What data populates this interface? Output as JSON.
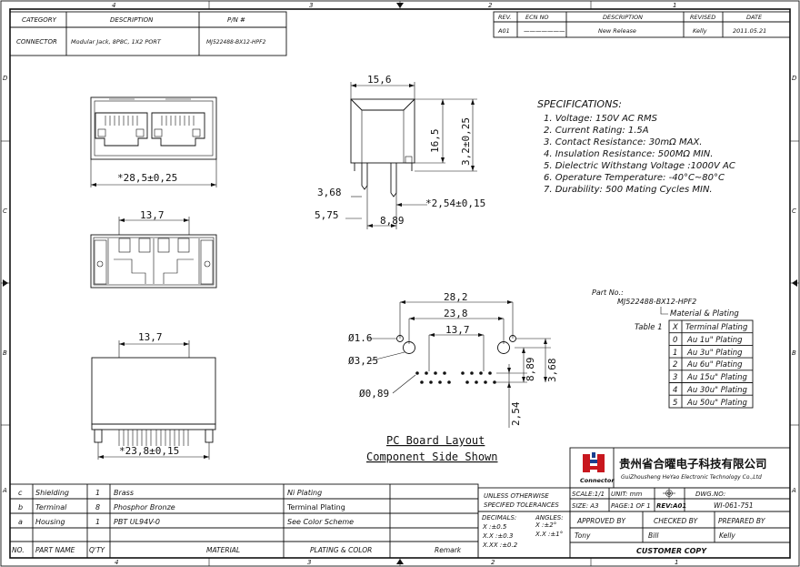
{
  "frame": {
    "zones_top": [
      "4",
      "3",
      "2",
      "1"
    ],
    "zones_bottom": [
      "4",
      "3",
      "2",
      "1"
    ],
    "zones_side": [
      "D",
      "C",
      "B",
      "A"
    ]
  },
  "title_block_top": {
    "headers": [
      "CATEGORY",
      "DESCRIPTION",
      "P/N #"
    ],
    "values": [
      "CONNECTOR",
      "Modular Jack, 8P8C, 1X2 PORT",
      "MJ522488-BX12-HPF2"
    ]
  },
  "revision_table": {
    "headers": [
      "REV.",
      "ECN NO",
      "DESCRIPTION",
      "REVISED",
      "DATE"
    ],
    "row": [
      "A01",
      "———————",
      "New Release",
      "Kelly",
      "2011.05.21"
    ]
  },
  "specifications": {
    "title": "SPECIFICATIONS:",
    "items": [
      "1.  Voltage: 150V AC RMS",
      "2.  Current Rating: 1.5A",
      "3.  Contact Resistance: 30mΩ MAX.",
      "4.  Insulation Resistance: 500MΩ MIN.",
      "5.  Dielectric Withstang Voltage :1000V AC",
      "6.  Operature Temperature: -40°C~80°C",
      "7.  Durability: 500 Mating Cycles MIN."
    ]
  },
  "dimensions": {
    "front_width": "*28,5±0,25",
    "top_pitch": "13,7",
    "bottom_pitch": "13,7",
    "bottom_width": "*23,8±0,15",
    "side_width": "15,6",
    "side_height": "16,5",
    "side_pin": "3,2±0,25",
    "side_a": "3,68",
    "side_b": "5,75",
    "side_c": "8,89",
    "side_pitch": "*2,54±0,15",
    "pcb_w1": "28,2",
    "pcb_w2": "23,8",
    "pcb_w3": "13,7",
    "pcb_d1": "Ø1.6",
    "pcb_d2": "Ø3,25",
    "pcb_d3": "Ø0,89",
    "pcb_h1": "8,89",
    "pcb_h2": "3,68",
    "pcb_h3": "2,54"
  },
  "pcb_caption": [
    "PC Board Layout",
    "Component Side Shown"
  ],
  "part_no": {
    "label": "Part No.:",
    "value": "MJ522488-BX12-HPF2",
    "plating_label": "Material & Plating",
    "table_label": "Table 1",
    "header": [
      "X",
      "Terminal Plating"
    ],
    "rows": [
      [
        "0",
        "Au 1u\" Plating"
      ],
      [
        "1",
        "Au 3u\" Plating"
      ],
      [
        "2",
        "Au 6u\" Plating"
      ],
      [
        "3",
        "Au 15u\" Plating"
      ],
      [
        "4",
        "Au 30u\" Plating"
      ],
      [
        "5",
        "Au 50u\" Plating"
      ]
    ]
  },
  "company": {
    "name_cn": "贵州省合曜电子科技有限公司",
    "name_en": "GuiZhousheng HeYao Electronic Technology Co.,Ltd",
    "logo_text": "Connector"
  },
  "bom": {
    "rows": [
      [
        "c",
        "Shielding",
        "1",
        "Brass",
        "Ni Plating"
      ],
      [
        "b",
        "Terminal",
        "8",
        "Phosphor Bronze",
        "Terminal Plating"
      ],
      [
        "a",
        "Housing",
        "1",
        "PBT UL94V-0",
        "See Color Scheme"
      ]
    ],
    "headers": [
      "NO.",
      "PART NAME",
      "Q'TY",
      "MATERIAL",
      "PLATING & COLOR",
      "Remark"
    ]
  },
  "tolerances": {
    "title1": "UNLESS OTHERWISE",
    "title2": "SPECIFED TOLERANCES",
    "dec_label": "DECIMALS:",
    "ang_label": "ANGLES:",
    "dec": [
      "X       :±0.5",
      "X.X    :±0.3",
      "X.XX  :±0.2"
    ],
    "ang": [
      "X     :±2°",
      "X.X  :±1°"
    ]
  },
  "title_block": {
    "scale": "SCALE:1/1",
    "unit": "UNIT: mm",
    "dwg_label": "DWG.NO:",
    "size": "SIZE: A3",
    "page": "PAGE:1 OF 1",
    "rev": "REV:A01",
    "dwg_no": "WI-061-751",
    "approved_label": "APPROVED BY",
    "checked_label": "CHECKED BY",
    "prepared_label": "PREPARED BY",
    "approved": "Tony",
    "checked": "Bill",
    "prepared": "Kelly",
    "customer": "CUSTOMER COPY"
  }
}
